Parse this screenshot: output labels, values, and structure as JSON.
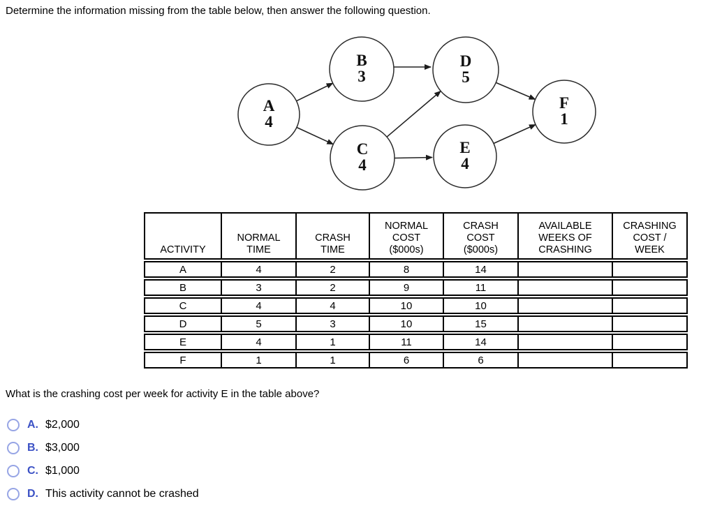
{
  "page": {
    "instruction": "Determine the information missing from the table below, then answer the following question.",
    "question": "What is the crashing cost per week for activity E in the table above?"
  },
  "diagram": {
    "nodes": [
      {
        "id": "A",
        "label": "A",
        "time": "4"
      },
      {
        "id": "B",
        "label": "B",
        "time": "3"
      },
      {
        "id": "C",
        "label": "C",
        "time": "4"
      },
      {
        "id": "D",
        "label": "D",
        "time": "5"
      },
      {
        "id": "E",
        "label": "E",
        "time": "4"
      },
      {
        "id": "F",
        "label": "F",
        "time": "1"
      }
    ],
    "edges": [
      "A→B",
      "A→C",
      "B→D",
      "C→D",
      "C→E",
      "D→F",
      "E→F"
    ]
  },
  "table": {
    "headers": [
      [
        "ACTIVITY"
      ],
      [
        "NORMAL",
        "TIME"
      ],
      [
        "CRASH",
        "TIME"
      ],
      [
        "NORMAL",
        "COST",
        "($000s)"
      ],
      [
        "CRASH",
        "COST",
        "($000s)"
      ],
      [
        "AVAILABLE",
        "WEEKS OF",
        "CRASHING"
      ],
      [
        "CRASHING",
        "COST /",
        "WEEK"
      ]
    ],
    "rows": [
      {
        "cells": [
          "A",
          "4",
          "2",
          "8",
          "14",
          "",
          ""
        ]
      },
      {
        "cells": [
          "B",
          "3",
          "2",
          "9",
          "11",
          "",
          ""
        ]
      },
      {
        "cells": [
          "C",
          "4",
          "4",
          "10",
          "10",
          "",
          ""
        ]
      },
      {
        "cells": [
          "D",
          "5",
          "3",
          "10",
          "15",
          "",
          ""
        ]
      },
      {
        "cells": [
          "E",
          "4",
          "1",
          "11",
          "14",
          "",
          ""
        ]
      },
      {
        "cells": [
          "F",
          "1",
          "1",
          "6",
          "6",
          "",
          ""
        ]
      }
    ]
  },
  "options": [
    {
      "letter": "A.",
      "text": "$2,000"
    },
    {
      "letter": "B.",
      "text": "$3,000"
    },
    {
      "letter": "C.",
      "text": "$1,000"
    },
    {
      "letter": "D.",
      "text": "This activity cannot be crashed"
    }
  ],
  "colors": {
    "option_letter": "#3b51c5",
    "radio_ring": "#97a5e5",
    "diagram_stroke": "#2b2b2b"
  }
}
